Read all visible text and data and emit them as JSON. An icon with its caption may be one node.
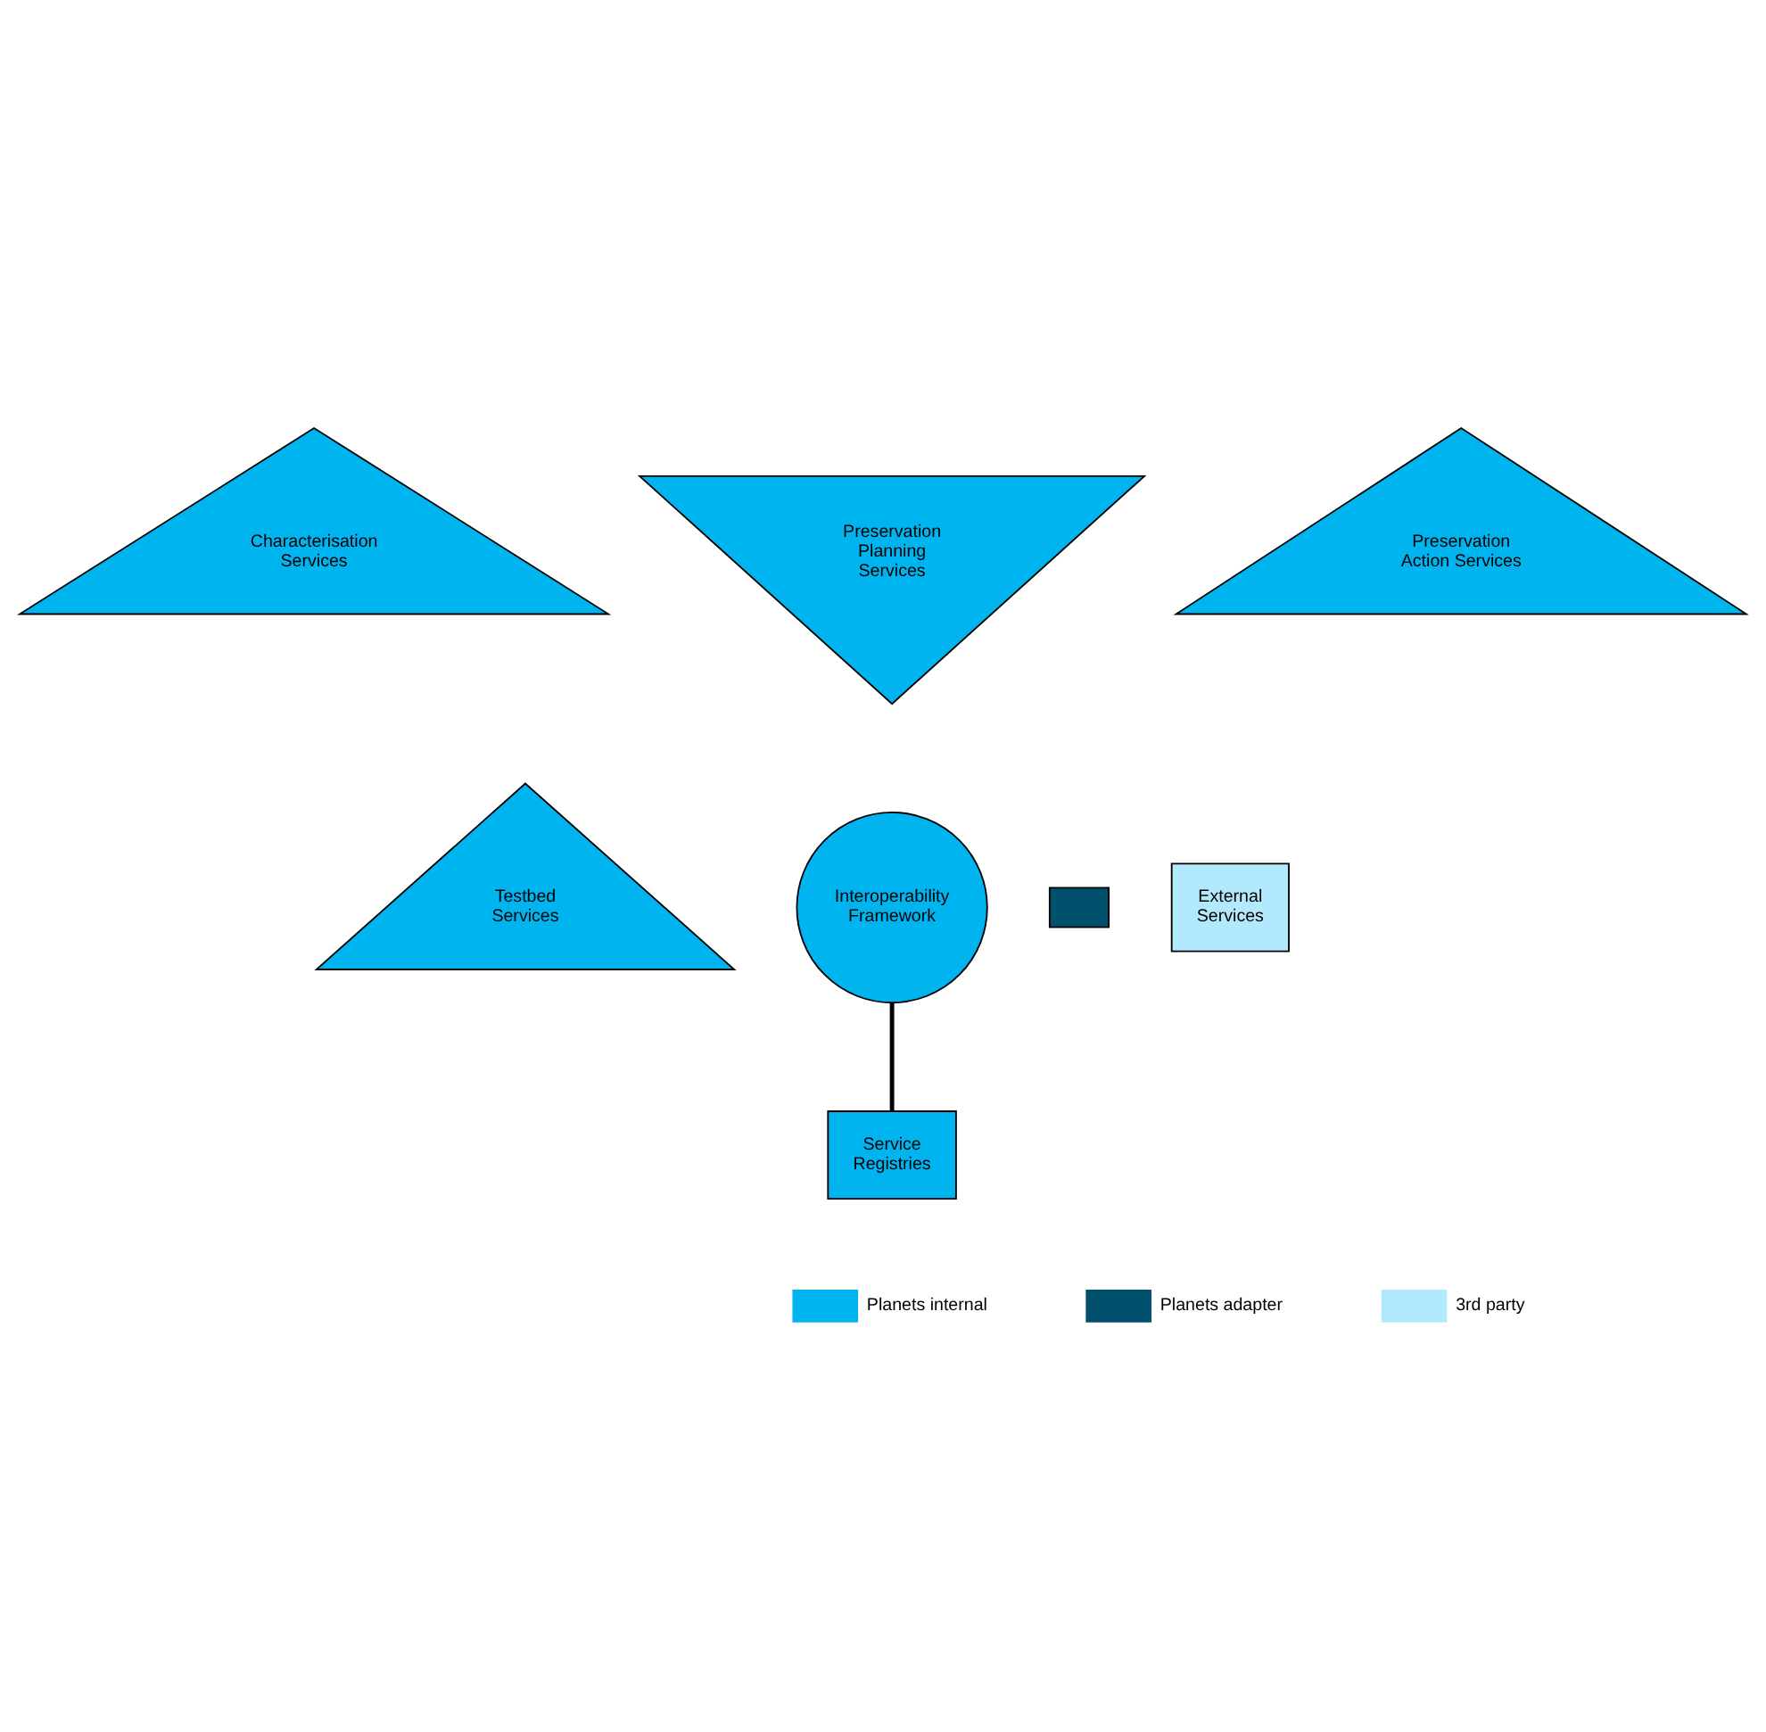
{
  "diagram": {
    "nodes": [
      {
        "text": [
          "Interoperability Framework"
        ]
      },
      {
        "text": [
          "Characterisation Services"
        ]
      },
      {
        "text": [
          "Preservation Planning Services"
        ]
      },
      {
        "text": [
          "Preservation Action Services"
        ]
      },
      {
        "text": [
          "Testbed Services"
        ]
      },
      {
        "text": [
          "Service Registries"
        ]
      },
      {
        "text": [],
        "shape": "box"
      },
      {
        "text": [
          "External Services"
        ]
      }
    ],
    "edges": [
      {
        "from": 0,
        "to": 5,
        "arrow": "none"
      }
    ],
    "legend": [
      {
        "text": "Planets internal",
        "color": "#00b4f0"
      },
      {
        "text": "Planets adapter",
        "color": "#00506e"
      },
      {
        "text": "3rd party",
        "color": "#b3e9fc"
      }
    ]
  }
}
